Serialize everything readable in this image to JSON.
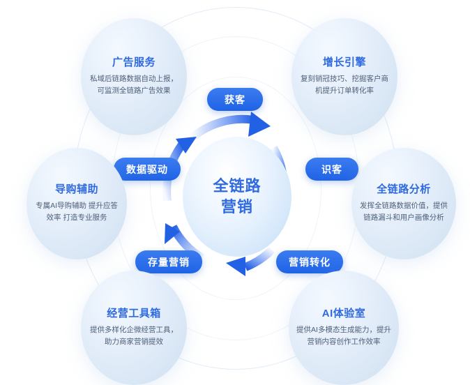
{
  "center": {
    "line1": "全链路",
    "line2": "营销",
    "accent_color": "#2f6ae0"
  },
  "stage_labels": [
    {
      "id": "huoke",
      "label": "获客"
    },
    {
      "id": "shike",
      "label": "识客"
    },
    {
      "id": "zhuanhua",
      "label": "营销转化"
    },
    {
      "id": "cunliang",
      "label": "存量营销"
    },
    {
      "id": "shuju",
      "label": "数据驱动"
    }
  ],
  "capabilities": [
    {
      "id": "ad-service",
      "title": "广告服务",
      "desc": "私域后链路数据自动上报，可监测全链路广告效果"
    },
    {
      "id": "growth-engine",
      "title": "增长引擎",
      "desc": "复刻销冠技巧、挖掘客户商机提升订单转化率"
    },
    {
      "id": "guide-assist",
      "title": "导购辅助",
      "desc": "专属AI导购辅助 提升应答效率 打造专业服务"
    },
    {
      "id": "full-link-analysis",
      "title": "全链路分析",
      "desc": "发挥全链路数据价值，提供链路漏斗和用户画像分析"
    },
    {
      "id": "operation-toolbox",
      "title": "经营工具箱",
      "desc": "提供多样化企微经营工具，助力商家营销提效"
    },
    {
      "id": "ai-lab",
      "title": "AI体验室",
      "desc": "提供AI多模态生成能力，提升营销内容创作工作效率"
    }
  ],
  "colors": {
    "pill_blue": "#1f63e6",
    "arrow_blue": "#2563eb",
    "title_blue": "#2f6ae0",
    "desc_gray": "#4d5f78",
    "background": "#ffffff"
  }
}
